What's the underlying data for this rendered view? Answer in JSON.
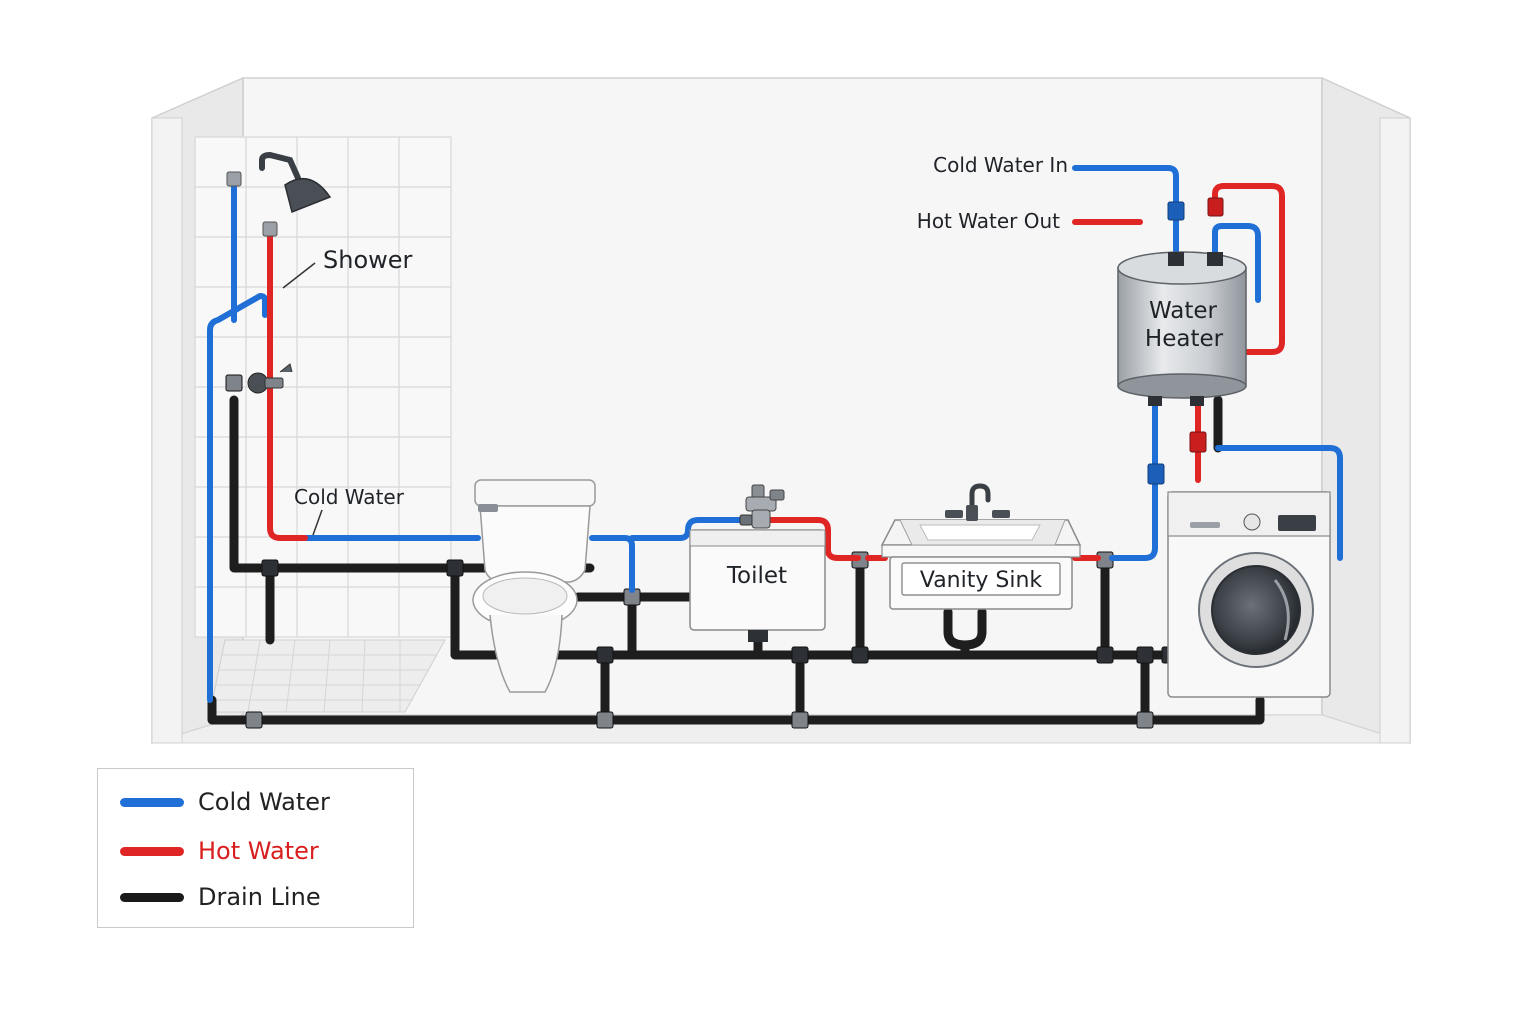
{
  "labels": {
    "shower": "Shower",
    "cold_water": "Cold Water",
    "toilet": "Toilet",
    "vanity_sink": "Vanity Sink",
    "water_heater_line1": "Water",
    "water_heater_line2": "Heater",
    "cold_water_in": "Cold Water In",
    "hot_water_out": "Hot Water Out"
  },
  "legend": {
    "items": [
      {
        "label": "Cold Water",
        "color": "#1f6fd6"
      },
      {
        "label": "Hot Water",
        "color": "#e02525"
      },
      {
        "label": "Drain Line",
        "color": "#1a1a1a"
      }
    ]
  },
  "colors": {
    "cold": "#1f6fd6",
    "hot": "#e02525",
    "drain": "#1e1e1e",
    "wall": "#f4f4f4",
    "fitting": "#8a8f96"
  }
}
